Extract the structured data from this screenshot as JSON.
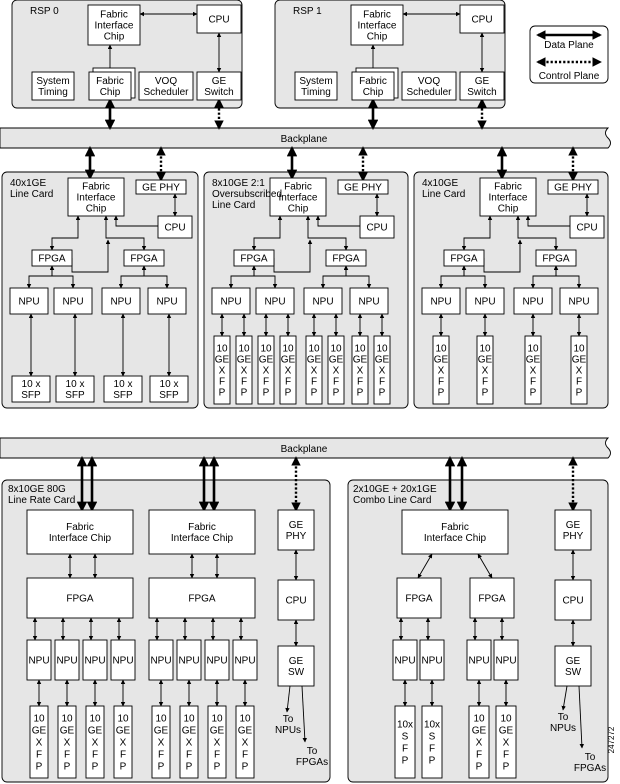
{
  "rsp": [
    {
      "title": "RSP 0",
      "fabric": "Fabric Interface Chip",
      "cpu": "CPU",
      "timing": "System Timing",
      "fabric_chip": "Fabric Chip",
      "voq": "VOQ Scheduler",
      "ge_switch": "GE Switch"
    },
    {
      "title": "RSP 1",
      "fabric": "Fabric Interface Chip",
      "cpu": "CPU",
      "timing": "System Timing",
      "fabric_chip": "Fabric Chip",
      "voq": "VOQ Scheduler",
      "ge_switch": "GE Switch"
    }
  ],
  "legend": {
    "data_plane": "Data Plane",
    "control_plane": "Control Plane"
  },
  "backplane_top": "Backplane",
  "backplane_bottom": "Backplane",
  "cards_top": [
    {
      "title": "40x1GE Line Card",
      "fabric": "Fabric Interface Chip",
      "ge_phy": "GE PHY",
      "cpu": "CPU",
      "fpga": "FPGA",
      "npu": "NPU",
      "port": "10 x SFP"
    },
    {
      "title": "8x10GE 2:1 Oversubscribed Line Card",
      "fabric": "Fabric Interface Chip",
      "ge_phy": "GE PHY",
      "cpu": "CPU",
      "fpga": "FPGA",
      "npu": "NPU",
      "port": "10 GE X F P"
    },
    {
      "title": "4x10GE Line Card",
      "fabric": "Fabric Interface Chip",
      "ge_phy": "GE PHY",
      "cpu": "CPU",
      "fpga": "FPGA",
      "npu": "NPU",
      "port": "10 GE X F P"
    }
  ],
  "cards_bottom": [
    {
      "title": "8x10GE 80G Line Rate Card",
      "fabric": "Fabric Interface Chip",
      "fpga": "FPGA",
      "npu": "NPU",
      "port": "10 GE X F P",
      "ge_phy": "GE PHY",
      "cpu": "CPU",
      "ge_sw": "GE SW",
      "to_npus": "To NPUs",
      "to_fpgas": "To FPGAs"
    },
    {
      "title": "2x10GE + 20x1GE Combo Line Card",
      "fabric": "Fabric Interface Chip",
      "fpga": "FPGA",
      "npu": "NPU",
      "port_sfp": "10x S F P",
      "port_xfp": "10 GE X F P",
      "ge_phy": "GE PHY",
      "cpu": "CPU",
      "ge_sw": "GE SW",
      "to_npus": "To NPUs",
      "to_fpgas": "To FPGAs"
    }
  ],
  "figure_id": "247272"
}
